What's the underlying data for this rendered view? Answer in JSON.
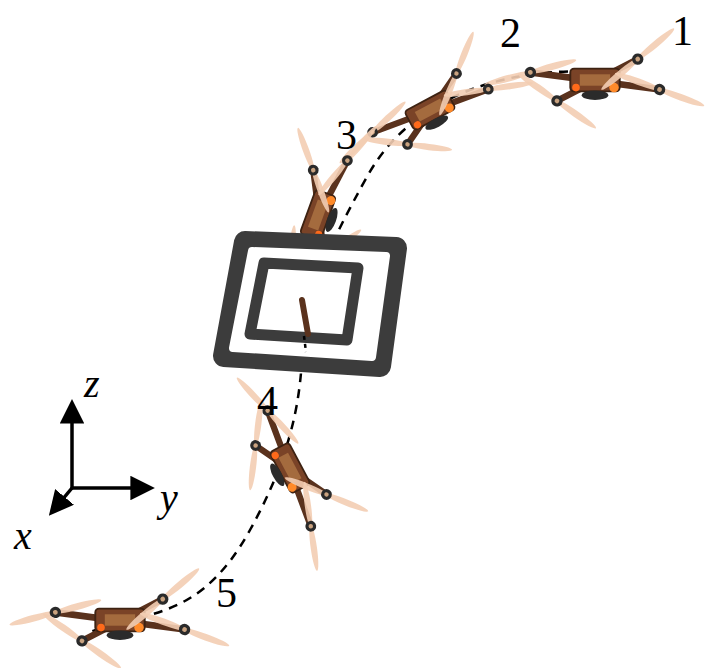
{
  "diagram": {
    "labels": [
      "1",
      "2",
      "3",
      "4",
      "5",
      "z",
      "y",
      "x"
    ]
  }
}
